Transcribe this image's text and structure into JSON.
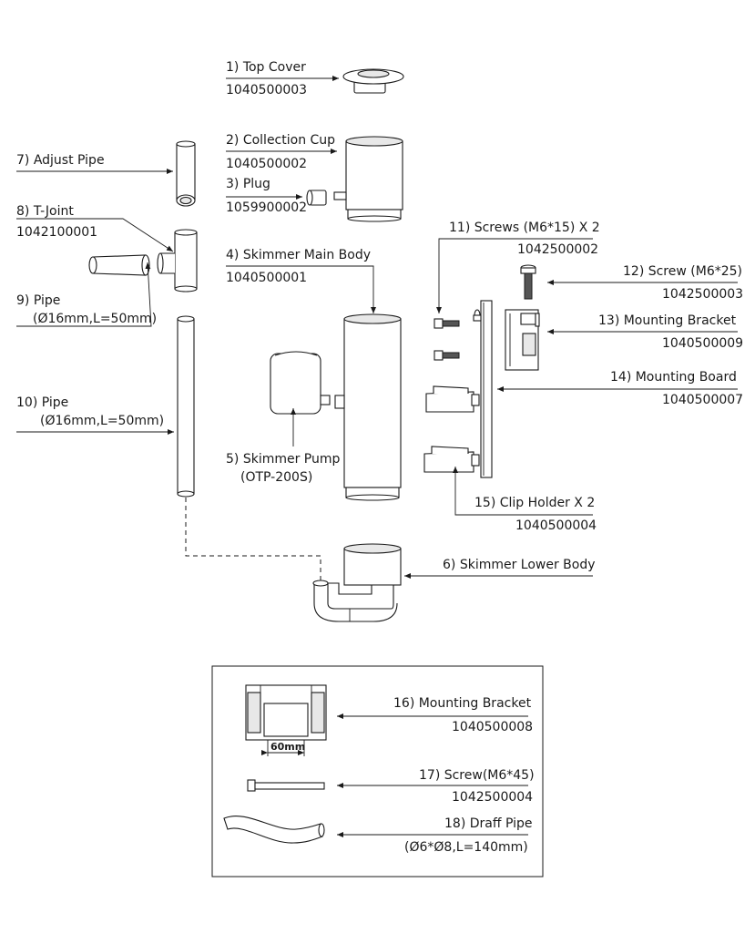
{
  "parts": [
    {
      "id": "p1",
      "name": "1) Top Cover",
      "code": "1040500003"
    },
    {
      "id": "p2",
      "name": "2) Collection Cup",
      "code": "1040500002"
    },
    {
      "id": "p3",
      "name": "3) Plug",
      "code": "1059900002"
    },
    {
      "id": "p4",
      "name": "4) Skimmer Main Body",
      "code": "1040500001"
    },
    {
      "id": "p5",
      "name": "5) Skimmer Pump",
      "code": "(OTP-200S)"
    },
    {
      "id": "p6",
      "name": "6) Skimmer Lower Body",
      "code": ""
    },
    {
      "id": "p7",
      "name": "7) Adjust Pipe",
      "code": ""
    },
    {
      "id": "p8",
      "name": "8) T-Joint",
      "code": "1042100001"
    },
    {
      "id": "p9",
      "name": "9) Pipe",
      "code": "(Ø16mm,L=50mm)"
    },
    {
      "id": "p10",
      "name": "10) Pipe",
      "code": "(Ø16mm,L=50mm)"
    },
    {
      "id": "p11",
      "name": "11) Screws (M6*15) X 2",
      "code": "1042500002"
    },
    {
      "id": "p12",
      "name": "12) Screw (M6*25)",
      "code": "1042500003"
    },
    {
      "id": "p13",
      "name": "13) Mounting Bracket",
      "code": "1040500009"
    },
    {
      "id": "p14",
      "name": "14) Mounting Board",
      "code": "1040500007"
    },
    {
      "id": "p15",
      "name": "15) Clip Holder X 2",
      "code": "1040500004"
    },
    {
      "id": "p16",
      "name": "16) Mounting Bracket",
      "code": "1040500008"
    },
    {
      "id": "p17",
      "name": "17) Screw(M6*45)",
      "code": "1042500004"
    },
    {
      "id": "p18",
      "name": "18) Draff Pipe",
      "code": "(Ø6*Ø8,L=140mm)"
    }
  ],
  "dimension_label": "60mm"
}
